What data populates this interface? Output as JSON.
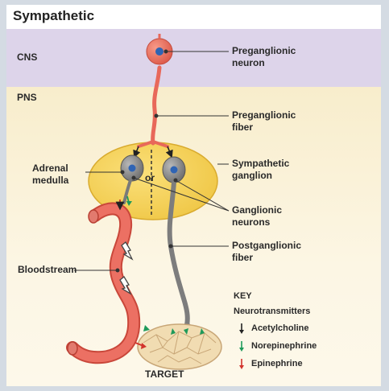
{
  "title": "Sympathetic",
  "regions": {
    "cns": "CNS",
    "pns": "PNS"
  },
  "labels": {
    "preganglionic_neuron": [
      "Preganglionic",
      "neuron"
    ],
    "preganglionic_fiber": [
      "Preganglionic",
      "fiber"
    ],
    "sympathetic_ganglion": [
      "Sympathetic",
      "ganglion"
    ],
    "adrenal_medulla": [
      "Adrenal",
      "medulla"
    ],
    "or": "or",
    "ganglionic_neurons": [
      "Ganglionic",
      "neurons"
    ],
    "postganglionic_fiber": [
      "Postganglionic",
      "fiber"
    ],
    "bloodstream": "Bloodstream",
    "target": "TARGET"
  },
  "key": {
    "title": "KEY",
    "subtitle": "Neurotransmitters",
    "items": [
      {
        "label": "Acetylcholine",
        "color": "#222222"
      },
      {
        "label": "Norepinephrine",
        "color": "#1e9a5a"
      },
      {
        "label": "Epinephrine",
        "color": "#d2332c"
      }
    ]
  },
  "colors": {
    "cns_band": "#ddd4ea",
    "pns_band": "#f8edcc",
    "neuron_red": "#e8685a",
    "neuron_gray": "#8a8a8a",
    "ganglion": "#f5d45a",
    "nucleus": "#2f64b4",
    "blood_vessel": "#e55a4c",
    "target_tissue": "#f1dcb2"
  }
}
